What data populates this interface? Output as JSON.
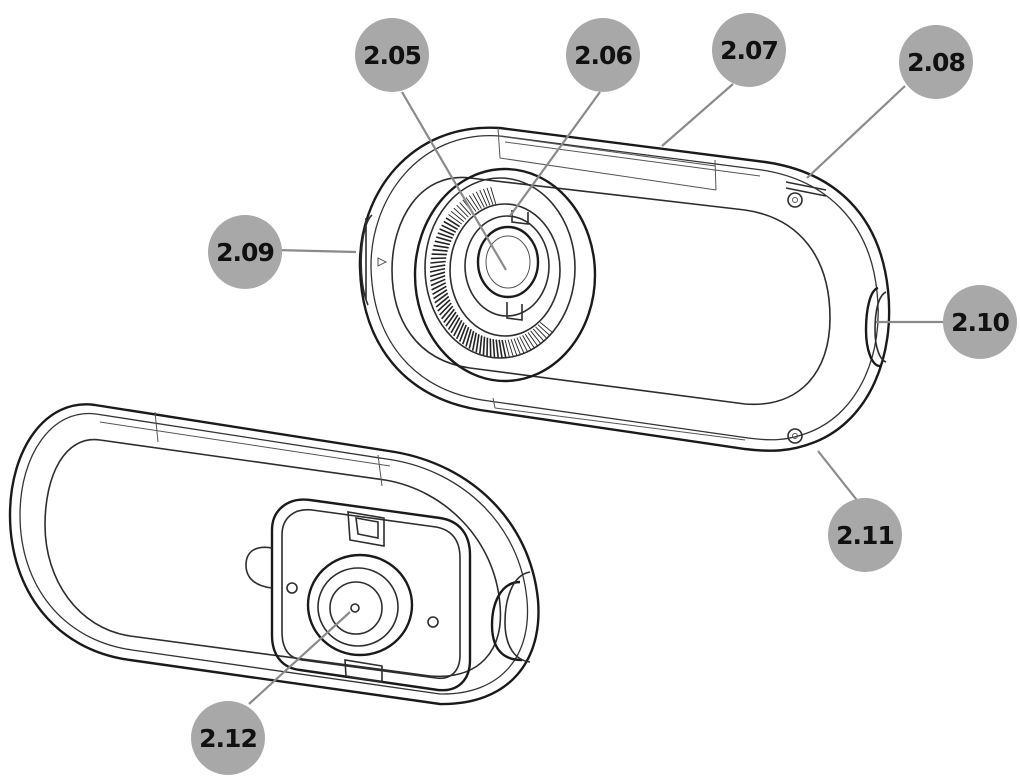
{
  "diagram": {
    "labels": [
      {
        "id": "2.05",
        "text": "2.05"
      },
      {
        "id": "2.06",
        "text": "2.06"
      },
      {
        "id": "2.07",
        "text": "2.07"
      },
      {
        "id": "2.08",
        "text": "2.08"
      },
      {
        "id": "2.09",
        "text": "2.09"
      },
      {
        "id": "2.10",
        "text": "2.10"
      },
      {
        "id": "2.11",
        "text": "2.11"
      },
      {
        "id": "2.12",
        "text": "2.12"
      }
    ],
    "colors": {
      "badge": "#a8a8a8",
      "label_text": "#111111",
      "line": "#333333",
      "leader": "#8a8a8a",
      "background": "#ffffff"
    }
  }
}
